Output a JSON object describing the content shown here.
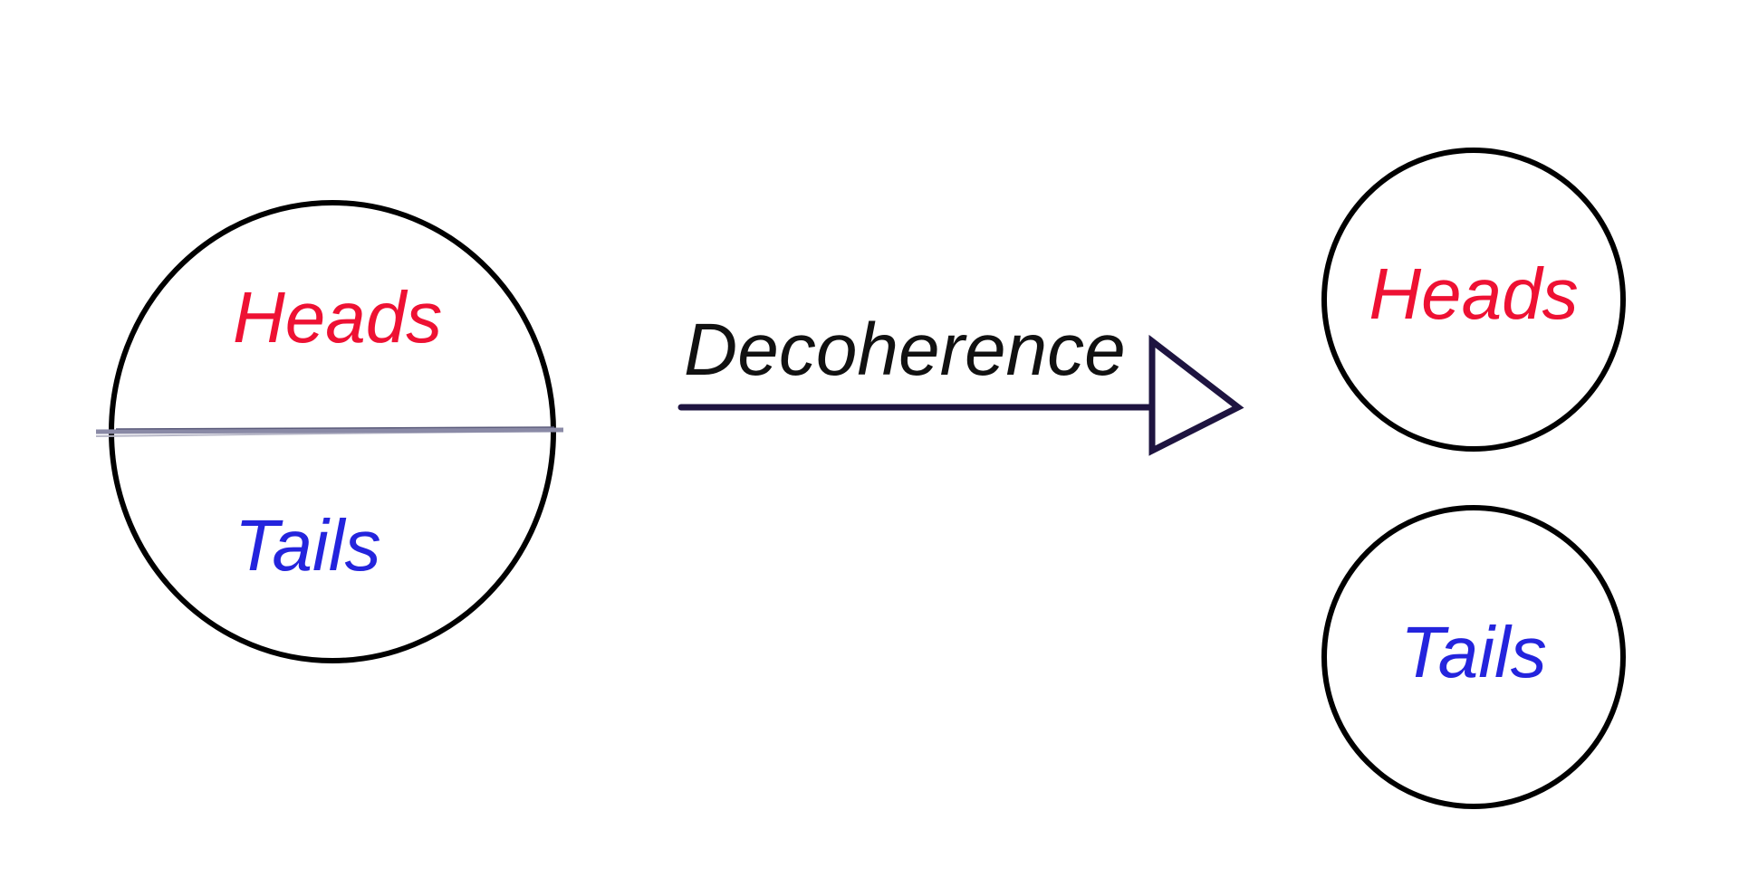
{
  "superposition": {
    "heads_label": "Heads",
    "tails_label": "Tails"
  },
  "process": {
    "label": "Decoherence"
  },
  "outcomes": {
    "heads_label": "Heads",
    "tails_label": "Tails"
  },
  "colors": {
    "heads": "#ee1133",
    "tails": "#2424dd",
    "outline": "#000000",
    "arrow": "#1e1440",
    "divider": "#8a8aa6",
    "process_text": "#111111"
  }
}
